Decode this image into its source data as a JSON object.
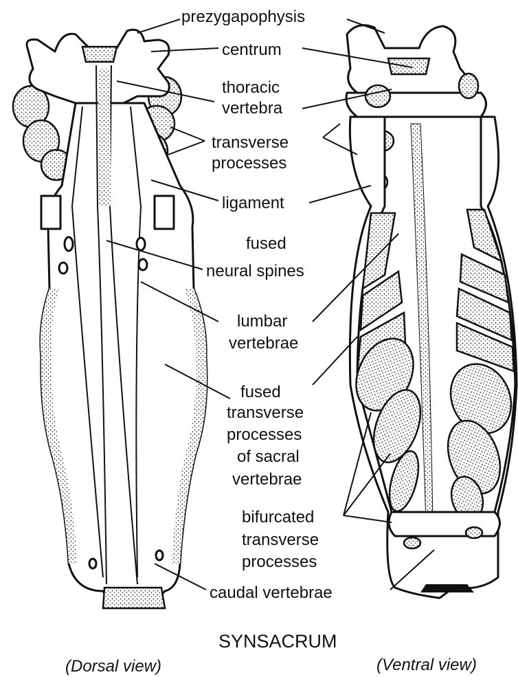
{
  "diagram": {
    "title": "SYNSACRUM",
    "views": {
      "dorsal": "(Dorsal view)",
      "ventral": "(Ventral view)"
    },
    "labels": {
      "prezygapophysis": "prezygapophysis",
      "centrum": "centrum",
      "thoracic_1": "thoracic",
      "thoracic_2": "vertebra",
      "transverse_1": "transverse",
      "transverse_2": "processes",
      "ligament": "ligament",
      "neural_1": "fused",
      "neural_2": "neural spines",
      "lumbar_1": "lumbar",
      "lumbar_2": "vertebrae",
      "sacral_1": "fused",
      "sacral_2": "transverse",
      "sacral_3": "processes",
      "sacral_4": "of sacral",
      "sacral_5": "vertebrae",
      "bifurcated_1": "bifurcated",
      "bifurcated_2": "transverse",
      "bifurcated_3": "processes",
      "caudal": "caudal vertebrae"
    }
  }
}
